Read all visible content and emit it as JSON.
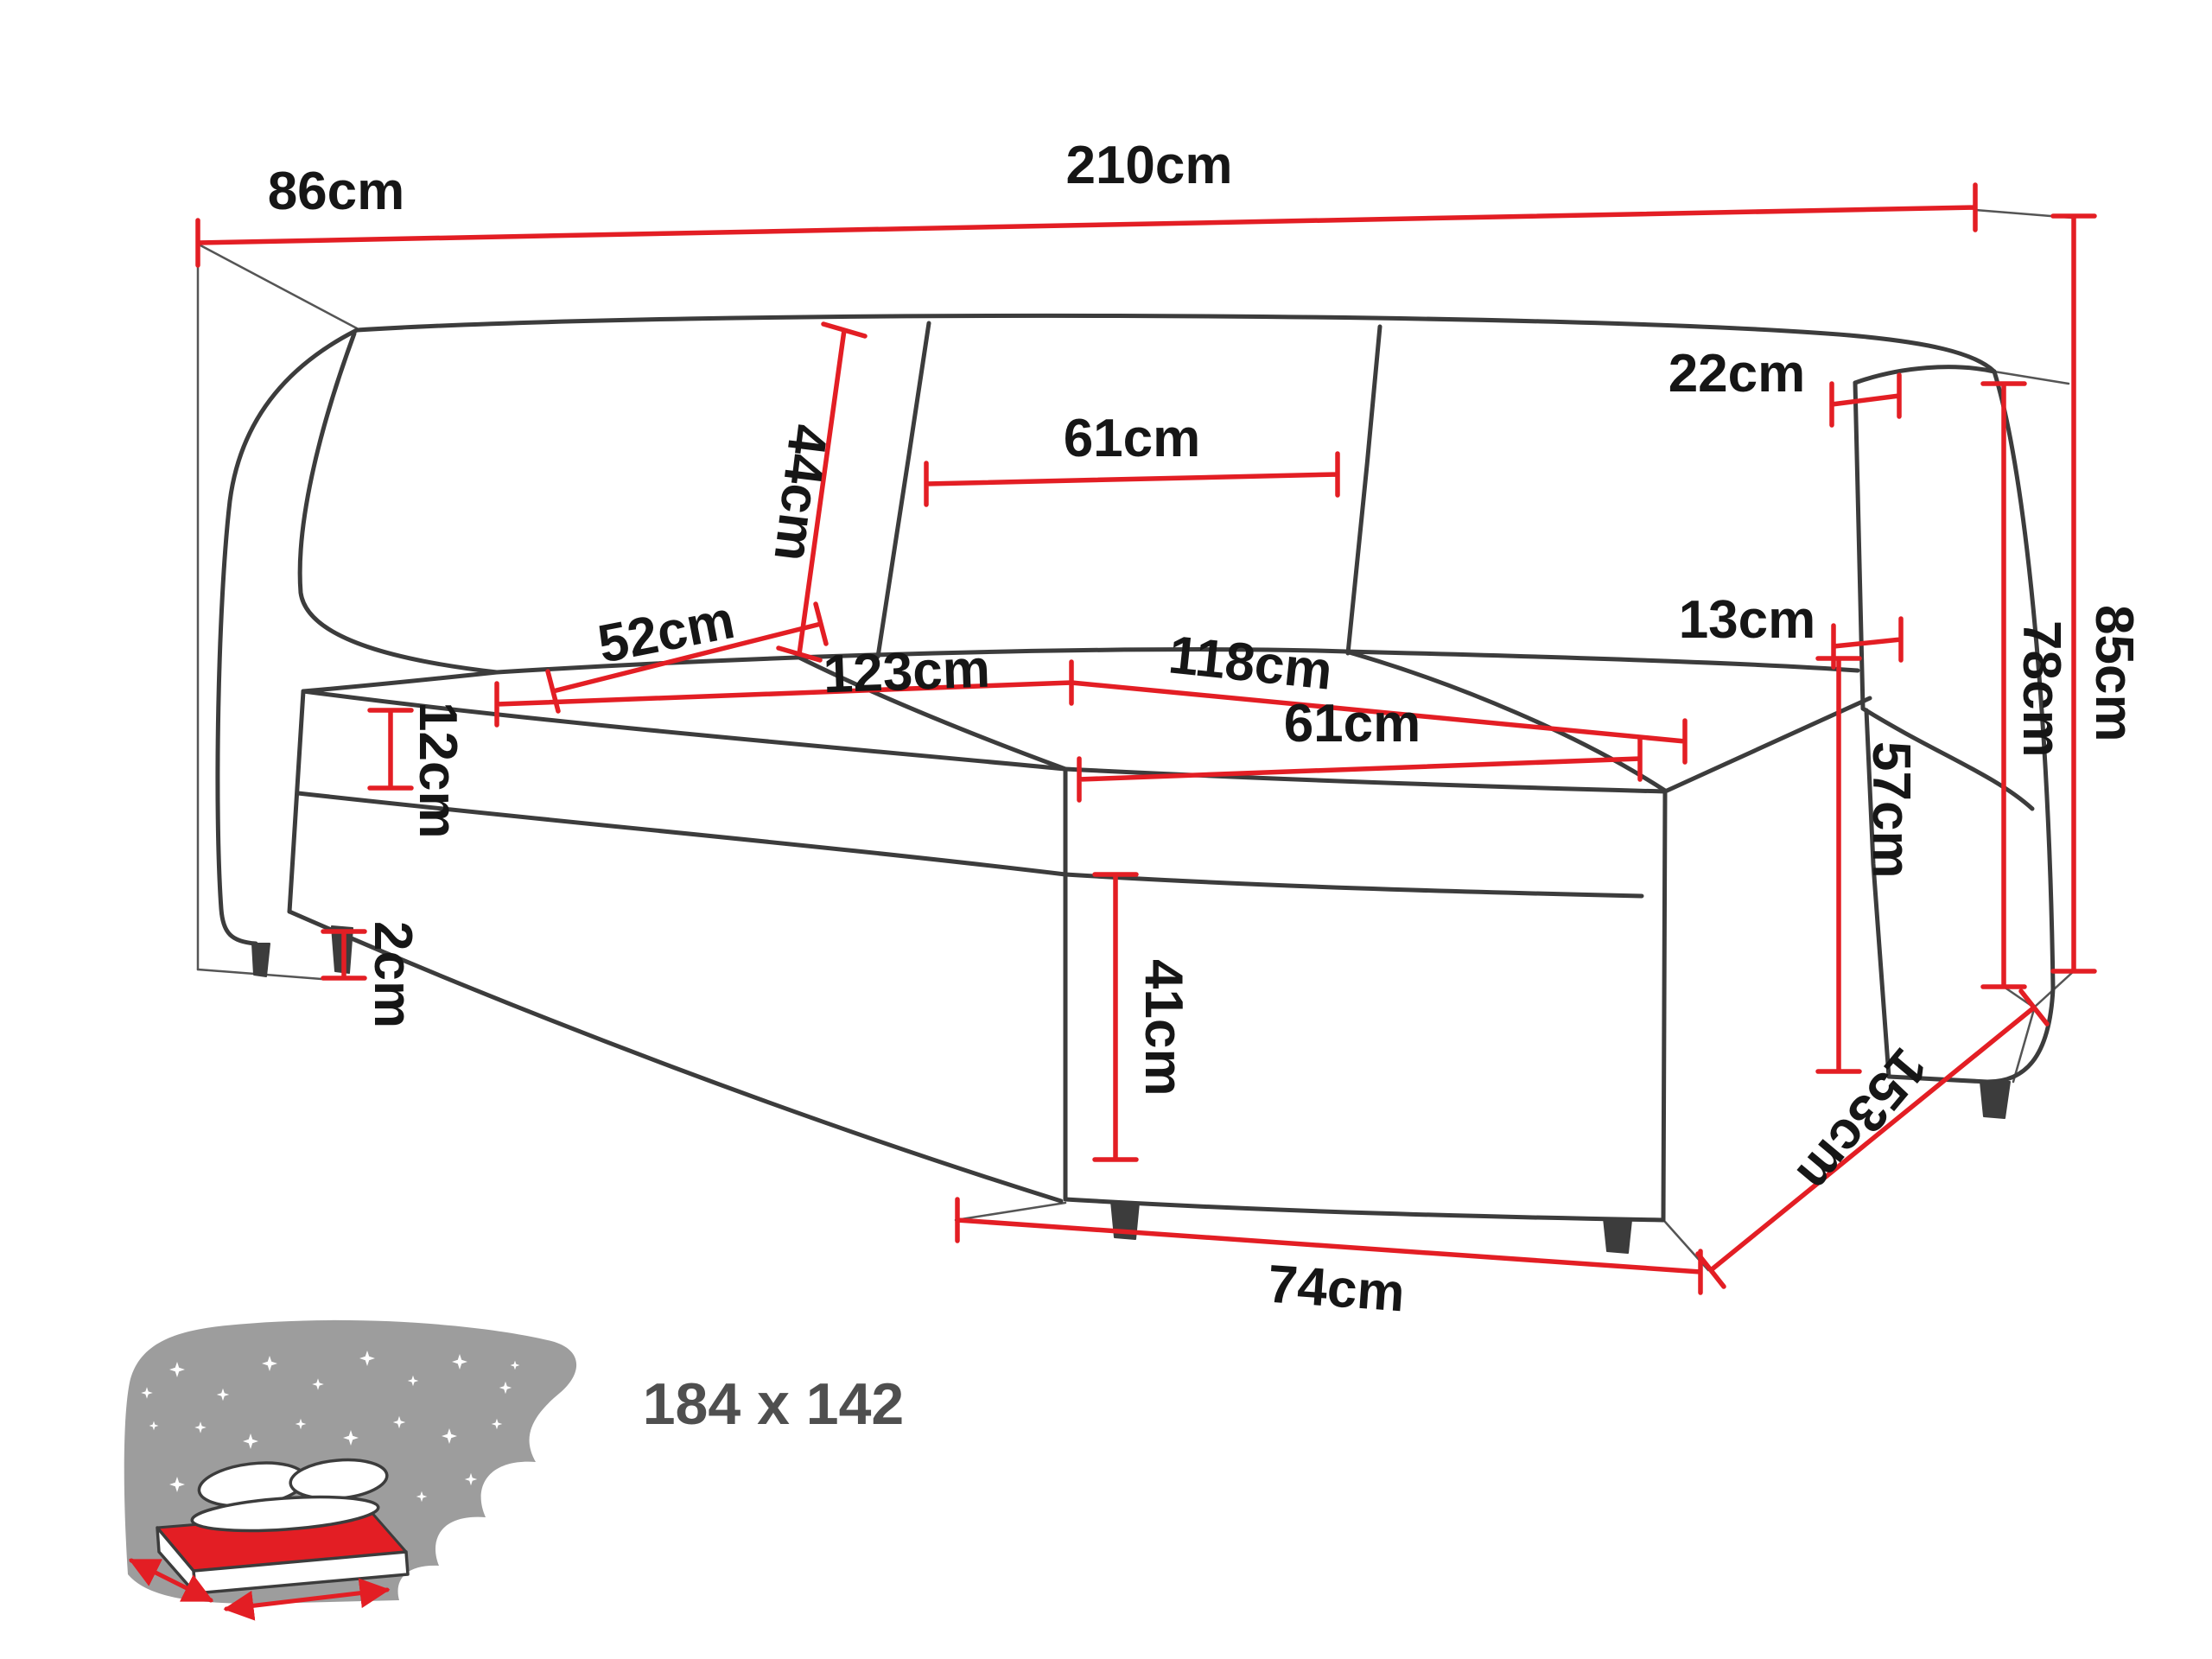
{
  "diagram": {
    "title": "corner sofa dimension diagram",
    "dims": {
      "total_width": "210cm",
      "total_depth": "86cm",
      "back_top_width": "22cm",
      "back_cushion_height": "44cm",
      "back_cushion_width": "61cm",
      "seat_depth": "52cm",
      "seat_width_left": "123cm",
      "seat_width_right": "118cm",
      "armrest_width": "13cm",
      "seat_cushion_height": "12cm",
      "chaise_cushion_width": "61cm",
      "armrest_height": "57cm",
      "side_height": "78cm",
      "total_height": "85cm",
      "leg_height": "2cm",
      "chaise_base_height": "41cm",
      "chaise_depth": "153cm",
      "chaise_front_width": "74cm"
    },
    "bed": {
      "sleeping_area": "184 x 142"
    },
    "colors": {
      "dimension_red": "#e31e24",
      "outline_gray": "#3c3c3c",
      "headboard_gray": "#9d9d9d"
    }
  }
}
